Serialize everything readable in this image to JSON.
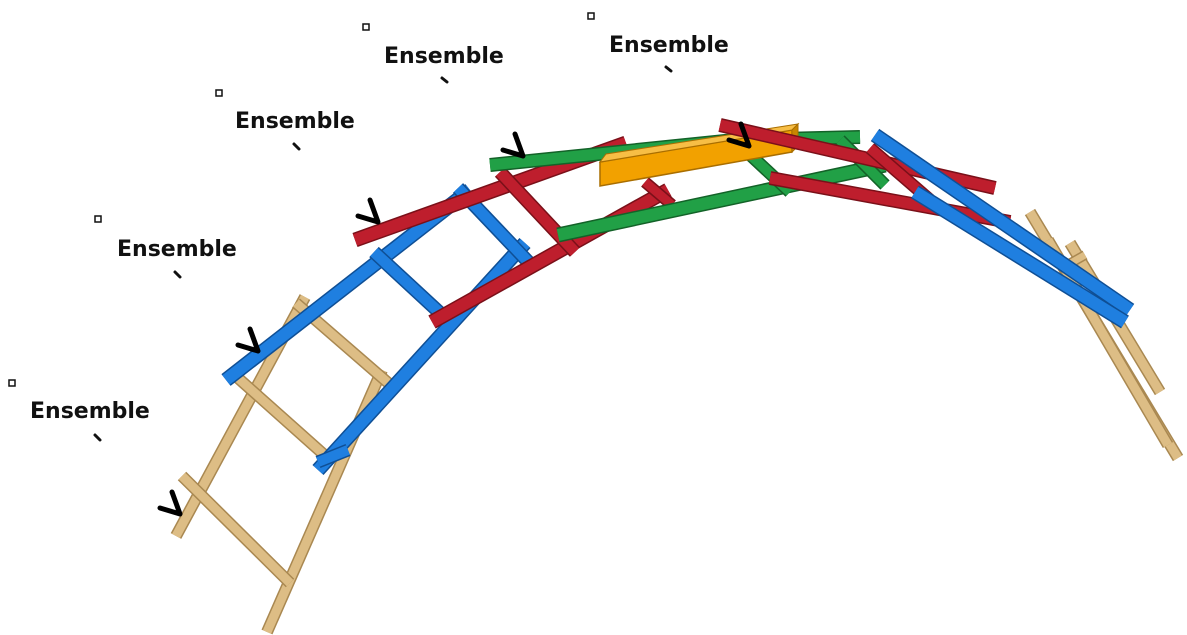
{
  "colors": {
    "wood": "#DDBD85",
    "blue": "#1F7FE0",
    "red": "#BE1E2D",
    "green": "#21A046",
    "orange": "#F2A100"
  },
  "labels": [
    {
      "text": "Ensemble"
    },
    {
      "text": "Ensemble"
    },
    {
      "text": "Ensemble"
    },
    {
      "text": "Ensemble"
    },
    {
      "text": "Ensemble"
    }
  ]
}
